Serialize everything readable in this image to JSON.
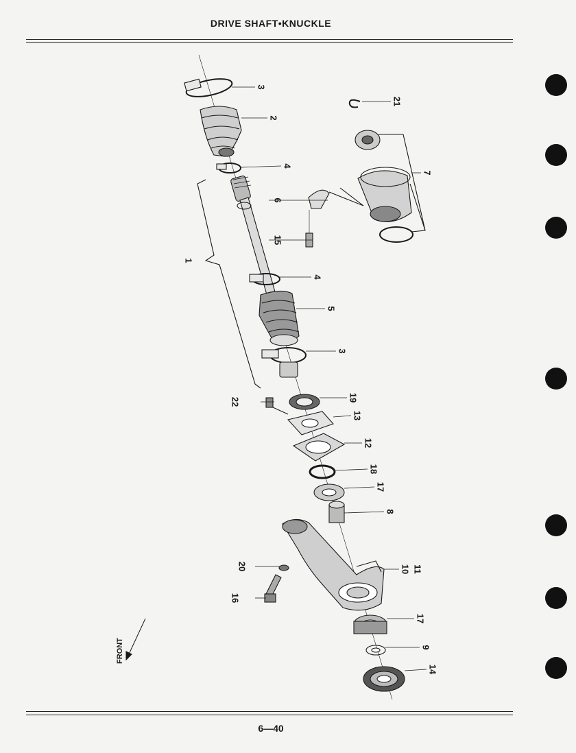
{
  "header": {
    "title": "DRIVE SHAFT•KNUCKLE"
  },
  "footer": {
    "page": "6—40"
  },
  "diagram": {
    "front_label": "FRONT",
    "callouts": [
      {
        "id": "c3a",
        "text": "3"
      },
      {
        "id": "c2",
        "text": "2"
      },
      {
        "id": "c21",
        "text": "21"
      },
      {
        "id": "c4a",
        "text": "4"
      },
      {
        "id": "c7",
        "text": "7"
      },
      {
        "id": "c6",
        "text": "6"
      },
      {
        "id": "c15",
        "text": "15"
      },
      {
        "id": "c1",
        "text": "1"
      },
      {
        "id": "c4b",
        "text": "4"
      },
      {
        "id": "c5",
        "text": "5"
      },
      {
        "id": "c3b",
        "text": "3"
      },
      {
        "id": "c22",
        "text": "22"
      },
      {
        "id": "c19",
        "text": "19"
      },
      {
        "id": "c13",
        "text": "13"
      },
      {
        "id": "c12",
        "text": "12"
      },
      {
        "id": "c18",
        "text": "18"
      },
      {
        "id": "c17a",
        "text": "17"
      },
      {
        "id": "c8",
        "text": "8"
      },
      {
        "id": "c20",
        "text": "20"
      },
      {
        "id": "c10",
        "text": "10"
      },
      {
        "id": "c11",
        "text": "11"
      },
      {
        "id": "c16",
        "text": "16"
      },
      {
        "id": "c17b",
        "text": "17"
      },
      {
        "id": "c9",
        "text": "9"
      },
      {
        "id": "c14",
        "text": "14"
      }
    ]
  }
}
